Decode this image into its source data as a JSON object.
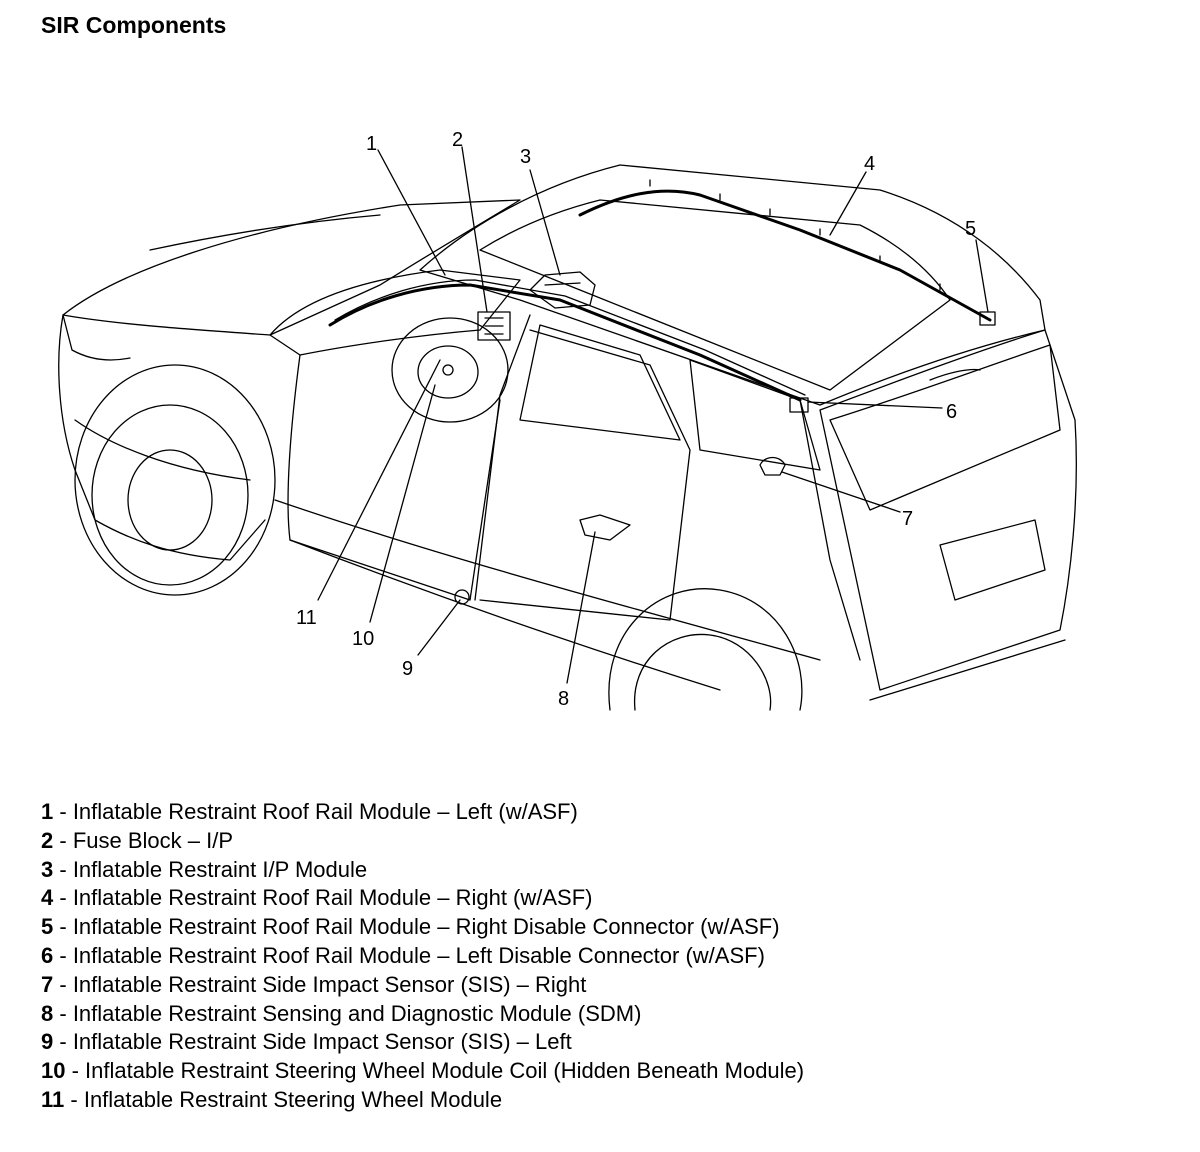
{
  "title": "SIR Components",
  "callouts": [
    "1",
    "2",
    "3",
    "4",
    "5",
    "6",
    "7",
    "8",
    "9",
    "10",
    "11"
  ],
  "legend": [
    {
      "num": "1",
      "sep": " - ",
      "text": "Inflatable Restraint Roof Rail Module – Left (w/ASF)"
    },
    {
      "num": "2",
      "sep": " - ",
      "text": "Fuse Block – I/P"
    },
    {
      "num": "3",
      "sep": " - ",
      "text": "Inflatable Restraint I/P Module"
    },
    {
      "num": "4",
      "sep": " - ",
      "text": "Inflatable Restraint Roof Rail Module – Right (w/ASF)"
    },
    {
      "num": "5",
      "sep": " - ",
      "text": "Inflatable Restraint Roof Rail Module – Right Disable Connector (w/ASF)"
    },
    {
      "num": "6",
      "sep": " - ",
      "text": "Inflatable Restraint Roof Rail Module – Left Disable Connector (w/ASF)"
    },
    {
      "num": "7",
      "sep": " - ",
      "text": "Inflatable Restraint Side Impact Sensor (SIS) – Right"
    },
    {
      "num": "8",
      "sep": " - ",
      "text": "Inflatable Restraint Sensing and Diagnostic Module (SDM)"
    },
    {
      "num": "9",
      "sep": " - ",
      "text": "Inflatable Restraint Side Impact Sensor (SIS) – Left"
    },
    {
      "num": "10",
      "sep": " - ",
      "text": "Inflatable Restraint Steering Wheel Module Coil (Hidden Beneath Module)"
    },
    {
      "num": "11",
      "sep": " - ",
      "text": "Inflatable Restraint Steering Wheel Module"
    }
  ]
}
